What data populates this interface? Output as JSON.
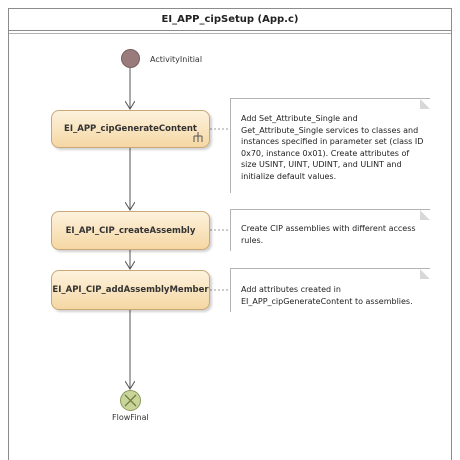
{
  "frame": {
    "title": "EI_APP_cipSetup  (App.c)"
  },
  "initial": {
    "label": "ActivityInitial"
  },
  "actions": [
    {
      "label": "EI_APP_cipGenerateContent"
    },
    {
      "label": "EI_API_CIP_createAssembly"
    },
    {
      "label": "EI_API_CIP_addAssemblyMember"
    }
  ],
  "notes": [
    {
      "text": "Add Set_Attribute_Single and Get_Attribute_Single services to classes and instances specified in parameter set (class ID 0x70, instance 0x01). Create attributes of size USINT, UINT, UDINT, and ULINT and initialize default values."
    },
    {
      "text": "Create CIP assemblies with different access rules."
    },
    {
      "text": "Add attributes created in EI_APP_cipGenerateContent to assemblies."
    }
  ],
  "final": {
    "label": "FlowFinal"
  }
}
